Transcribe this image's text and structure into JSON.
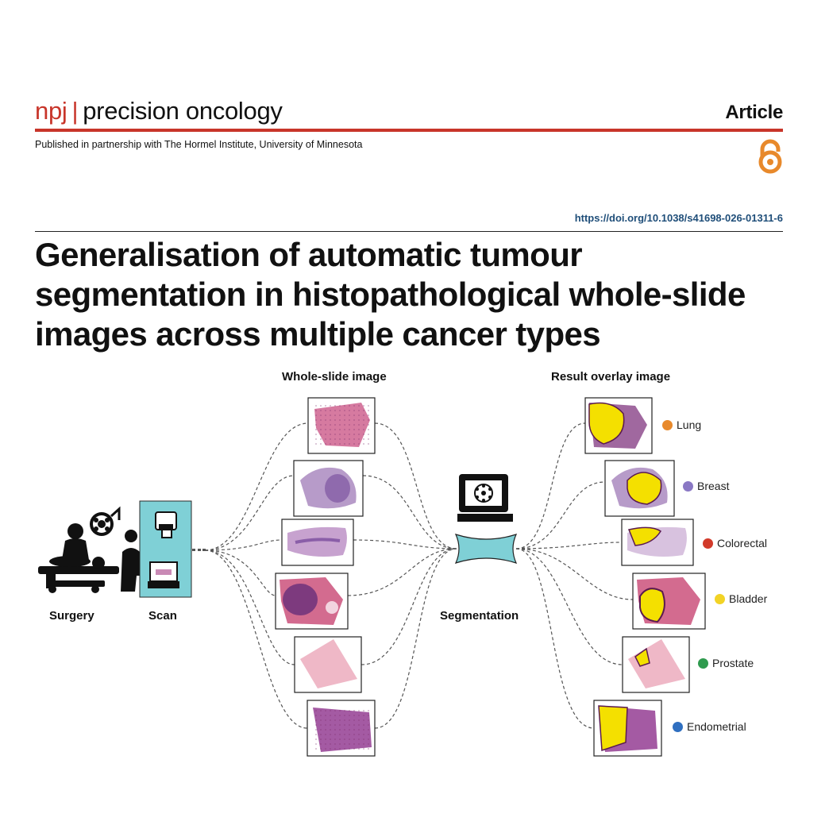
{
  "header": {
    "journal_prefix": "npj",
    "separator": "|",
    "journal_name": "precision oncology",
    "article_type": "Article",
    "partnership": "Published in partnership with The Hormel Institute, University of Minnesota",
    "doi": "https://doi.org/10.1038/s41698-026-01311-6",
    "open_access_icon": "open-access-lock-icon"
  },
  "title": "Generalisation of automatic tumour segmentation in histopathological whole-slide images across multiple cancer types",
  "figure": {
    "wsi_heading": "Whole-slide image",
    "result_heading": "Result overlay image",
    "surgery_label": "Surgery",
    "scan_label": "Scan",
    "segmentation_label": "Segmentation",
    "cancer_types": [
      {
        "name": "Lung",
        "color": "#e8892b"
      },
      {
        "name": "Breast",
        "color": "#8a78c4"
      },
      {
        "name": "Colorectal",
        "color": "#d23a2a"
      },
      {
        "name": "Bladder",
        "color": "#f2d325"
      },
      {
        "name": "Prostate",
        "color": "#2f9a4e"
      },
      {
        "name": "Endometrial",
        "color": "#2f6fc0"
      }
    ],
    "icons": {
      "surgery": "surgery-scene-icon",
      "scanner": "slide-scanner-icon",
      "computer": "neural-network-computer-icon",
      "model": "segmentation-model-icon"
    }
  }
}
